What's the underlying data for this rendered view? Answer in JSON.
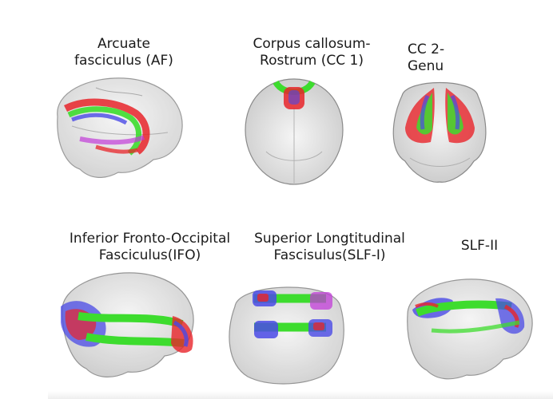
{
  "panels": [
    {
      "id": "af",
      "label": "Arcuate\nfasciculus (AF)"
    },
    {
      "id": "cc1",
      "label": "Corpus callosum-\nRostrum (CC 1)"
    },
    {
      "id": "cc2",
      "label": "CC 2-\nGenu"
    },
    {
      "id": "ifo",
      "label": "Inferior Fronto-Occipital\nFasciculus(IFO)"
    },
    {
      "id": "slf1",
      "label": "Superior Longtitudinal\nFascisulus(SLF-I)"
    },
    {
      "id": "slf2",
      "label": "SLF-II"
    }
  ],
  "colors": {
    "tract_green": "#3ddc2e",
    "tract_red": "#e8242a",
    "tract_blue": "#4a4ae6",
    "tract_magenta": "#c23cd8",
    "brain_fill": "#d9d9d9",
    "brain_outline": "#7a7a7a"
  }
}
